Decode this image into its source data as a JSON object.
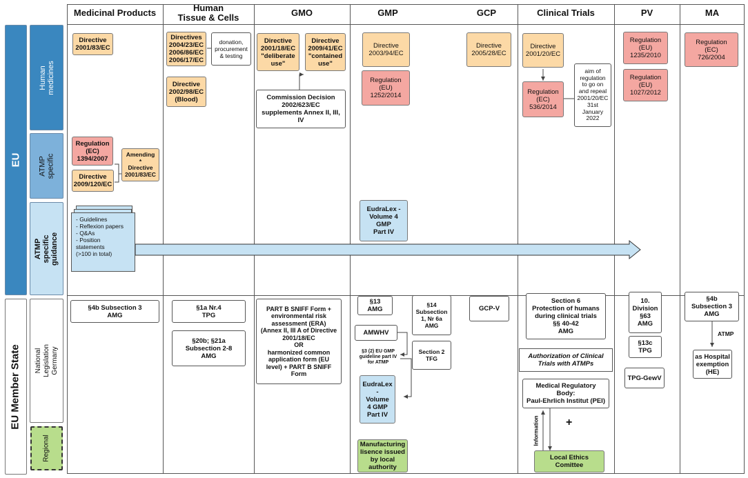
{
  "columns": {
    "medicinal": "Medicinal Products",
    "human_tissue": "Human\nTissue & Cells",
    "gmo": "GMO",
    "gmp": "GMP",
    "gcp": "GCP",
    "clinical": "Clinical Trials",
    "pv": "PV",
    "ma": "MA"
  },
  "rows": {
    "eu": "EU",
    "member_state": "EU Member State",
    "human_medicines": "Human\nmedicines",
    "atmp_specific": "ATMP\nspecific",
    "atmp_guidance": "ATMP\nspecific\nguidance",
    "national": "National Legislation\nGermany",
    "regional": "Regional"
  },
  "boxes": {
    "dir_2001_83": "Directive\n2001/83/EC",
    "dir_2004_23": "Directives\n2004/23/EC\n2006/86/EC\n2006/17/EC",
    "donation": "donation,\nprocurement\n& testing",
    "dir_2002_98": "Directive\n2002/98/EC\n(Blood)",
    "dir_2001_18": "Directive\n2001/18/EC\n\"deliberate\nuse\"",
    "dir_2009_41": "Directive\n2009/41/EC\n\"contained\nuse\"",
    "comm_decision": "Commission Decision\n2002/623/EC\nsupplements Annex II, III,\nIV",
    "dir_2003_94": "Directive\n2003/94/EC",
    "reg_1252": "Regulation\n(EU)\n1252/2014",
    "dir_2005_28": "Directive\n2005/28/EC",
    "dir_2001_20": "Directive\n2001/20/EC",
    "reg_536": "Regulation\n(EC)\n536/2014",
    "aim_note": "aim of\nregulation\nto go on\nand repeal\n2001/20/EC\n31st\nJanuary\n2022",
    "reg_1235": "Regulation\n(EU)\n1235/2010",
    "reg_1027": "Regulation\n(EU)\n1027/2012",
    "reg_726": "Regulation\n(EC)\n726/2004",
    "reg_1394": "Regulation\n(EC)\n1394/2007",
    "dir_2009_120": "Directive\n2009/120/EC",
    "amending": "Amending\n*\nDirective\n2001/83/EC",
    "guidance_list": "- Guidelines\n- Reflexion papers\n- Q&As\n- Position statements\n(>100 in total)",
    "eudralex_iv": "EudraLex -\nVolume 4\nGMP\nPart IV",
    "amg_4b": "§4b Subsection 3\nAMG",
    "tpg_1a": "§1a Nr.4\nTPG",
    "amg_20b": "§20b; §21a\nSubsection 2-8\nAMG",
    "sniff": "PART B SNIFF Form +\nenvironmental risk\nassessment (ERA)\n(Annex II, III A of Directive\n2001/18/EC\nOR\nharmonized common\napplication form (EU\nlevel) + PART B SNIFF\nForm",
    "amg_13": "§13\nAMG",
    "amg_14": "§14\nSubsection\n1, Nr 6a\nAMG",
    "amwhv": "AMWHV",
    "tfg_2": "Section 2\nTFG",
    "gmp_guideline": "§3 (2) EU GMP\nguideline part IV\nfor ATMP",
    "eudralex_iv_2": "EudraLex\n-\nVolume\n4 GMP\nPart IV",
    "manufacturing": "Manufacturing\nlisence issued\nby local\nauthority",
    "gcp_v": "GCP-V",
    "section6": "Section 6\nProtection of humans\nduring clinical trials\n§§ 40-42\nAMG",
    "authorization": "Authorization of Clinical\nTrials with ATMPs",
    "pei": "Medical Regulatory\nBody:\nPaul-Ehrlich Institut (PEI)",
    "information": "Information",
    "plus": "+",
    "ethics": "Local Ethics\nComittee",
    "amg_63": "10.\nDivision\n§63\nAMG",
    "tpg_13c": "§13c\nTPG",
    "tpg_gewv": "TPG-GewV",
    "amg_4b_ma": "§4b\nSubsection 3\nAMG",
    "atmp_label": "ATMP",
    "hospital_exemption": "as Hospital\nexemption\n(HE)"
  },
  "colors": {
    "orange": "#fcd9a6",
    "red": "#f4a7a1",
    "blue": "#c6e2f3",
    "green": "#b8dd8c",
    "sidebar_dark": "#3a87bf",
    "sidebar_mid": "#7db1da"
  }
}
